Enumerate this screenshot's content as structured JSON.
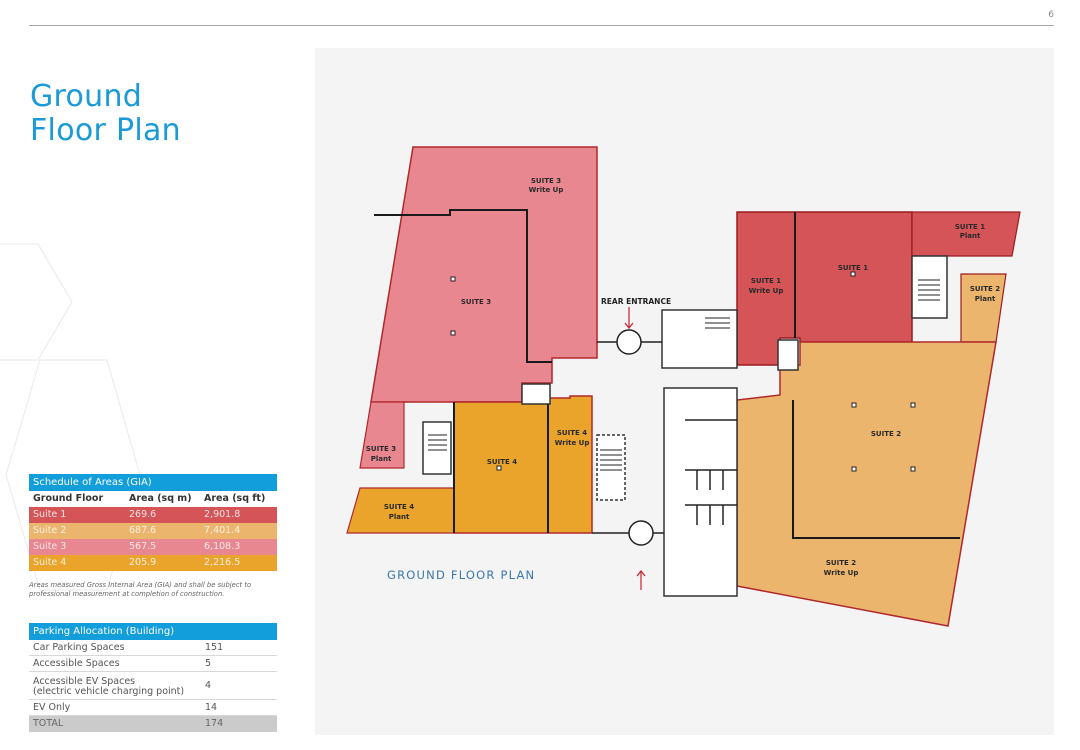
{
  "page": {
    "number": "6"
  },
  "title": {
    "line1": "Ground",
    "line2": "Floor Plan"
  },
  "schedule_of_areas": {
    "heading": "Schedule of Areas (GIA)",
    "columns": [
      "Ground Floor",
      "Area (sq m)",
      "Area (sq ft)"
    ],
    "rows": [
      {
        "suite": "Suite 1",
        "sq_m": "269.6",
        "sq_ft": "2,901.8",
        "color": "#d45458"
      },
      {
        "suite": "Suite 2",
        "sq_m": "687.6",
        "sq_ft": "7,401.4",
        "color": "#ebb56d"
      },
      {
        "suite": "Suite 3",
        "sq_m": "567.5",
        "sq_ft": "6,108.3",
        "color": "#e88790"
      },
      {
        "suite": "Suite 4",
        "sq_m": "205.9",
        "sq_ft": "2,216.5",
        "color": "#eaa42c"
      }
    ],
    "note": "Areas measured Gross Internal Area (GIA) and shall be subject to professional measurement at completion of construction."
  },
  "parking_allocation": {
    "heading": "Parking Allocation (Building)",
    "rows": [
      {
        "label": "Car Parking Spaces",
        "value": "151"
      },
      {
        "label": "Accessible Spaces",
        "value": "5"
      },
      {
        "label": "Accessible EV Spaces",
        "sublabel": "(electric vehicle charging point)",
        "value": "4"
      },
      {
        "label": "EV Only",
        "value": "14"
      },
      {
        "label": "TOTAL",
        "value": "174"
      }
    ]
  },
  "floor_plan": {
    "caption": "GROUND FLOOR PLAN",
    "rear_entrance": "REAR ENTRANCE",
    "colors": {
      "suite1": "#d45458",
      "suite2": "#ebb56d",
      "suite3": "#e88790",
      "suite4": "#eaa42c",
      "accent": "#1a9ad6",
      "arrow": "#c8232a"
    },
    "labels": {
      "suite3_writeup_a": "SUITE 3",
      "suite3_writeup_b": "Write Up",
      "suite3": "SUITE 3",
      "suite3_plant_a": "SUITE 3",
      "suite3_plant_b": "Plant",
      "suite4": "SUITE 4",
      "suite4_writeup_a": "SUITE 4",
      "suite4_writeup_b": "Write Up",
      "suite4_plant_a": "SUITE 4",
      "suite4_plant_b": "Plant",
      "suite1_writeup_a": "SUITE 1",
      "suite1_writeup_b": "Write Up",
      "suite1": "SUITE 1",
      "suite1_plant_a": "SUITE 1",
      "suite1_plant_b": "Plant",
      "suite2_plant_a": "SUITE 2",
      "suite2_plant_b": "Plant",
      "suite2": "SUITE 2",
      "suite2_writeup_a": "SUITE 2",
      "suite2_writeup_b": "Write Up"
    }
  }
}
